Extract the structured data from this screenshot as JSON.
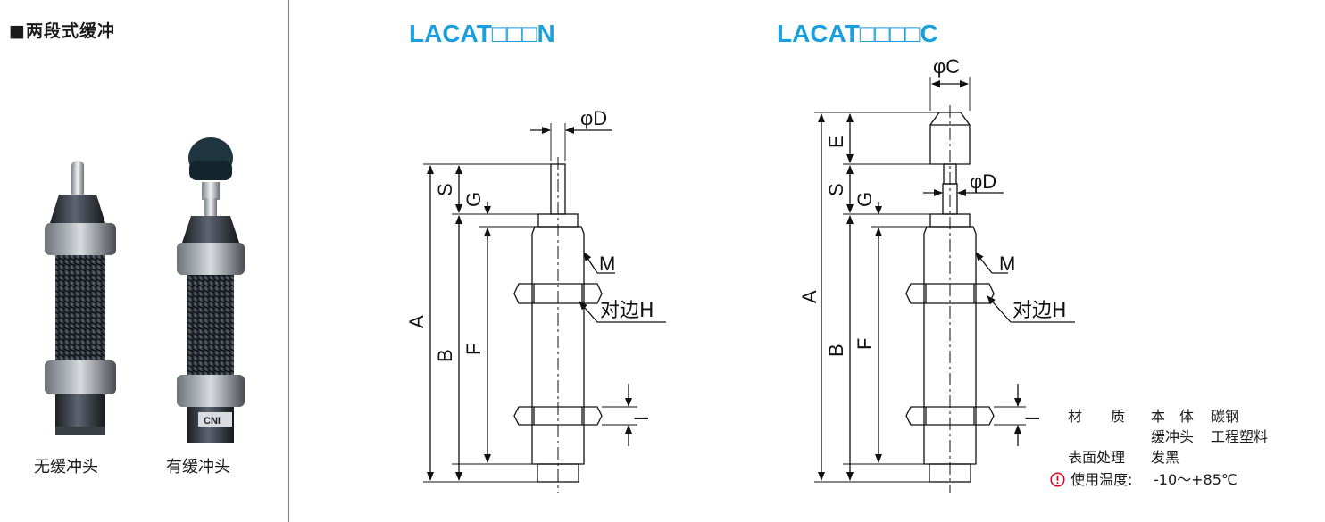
{
  "section_title": "■两段式缓冲",
  "captions": {
    "no_cap": "无缓冲头",
    "with_cap": "有缓冲头"
  },
  "product_label": "CNI",
  "models": {
    "n": "LACAT□□□N",
    "c": "LACAT□□□□C"
  },
  "dims": {
    "phi_d": "φD",
    "phi_c": "φC",
    "A": "A",
    "B": "B",
    "F": "F",
    "S": "S",
    "G": "G",
    "E": "E",
    "I": "I",
    "M": "M",
    "H": "对边H"
  },
  "specs": {
    "material_label": "材　　质",
    "body_label": "本　体",
    "body_value": "碳钢",
    "cap_label": "缓冲头",
    "cap_value": "工程塑料",
    "surface_label": "表面处理",
    "surface_value": "发黑",
    "temp_label": "使用温度:",
    "temp_value": "-10～+85℃"
  },
  "colors": {
    "accent": "#1a9fdc",
    "warning": "#e0001b"
  },
  "icons": {
    "warning": "warning-circle-icon"
  }
}
